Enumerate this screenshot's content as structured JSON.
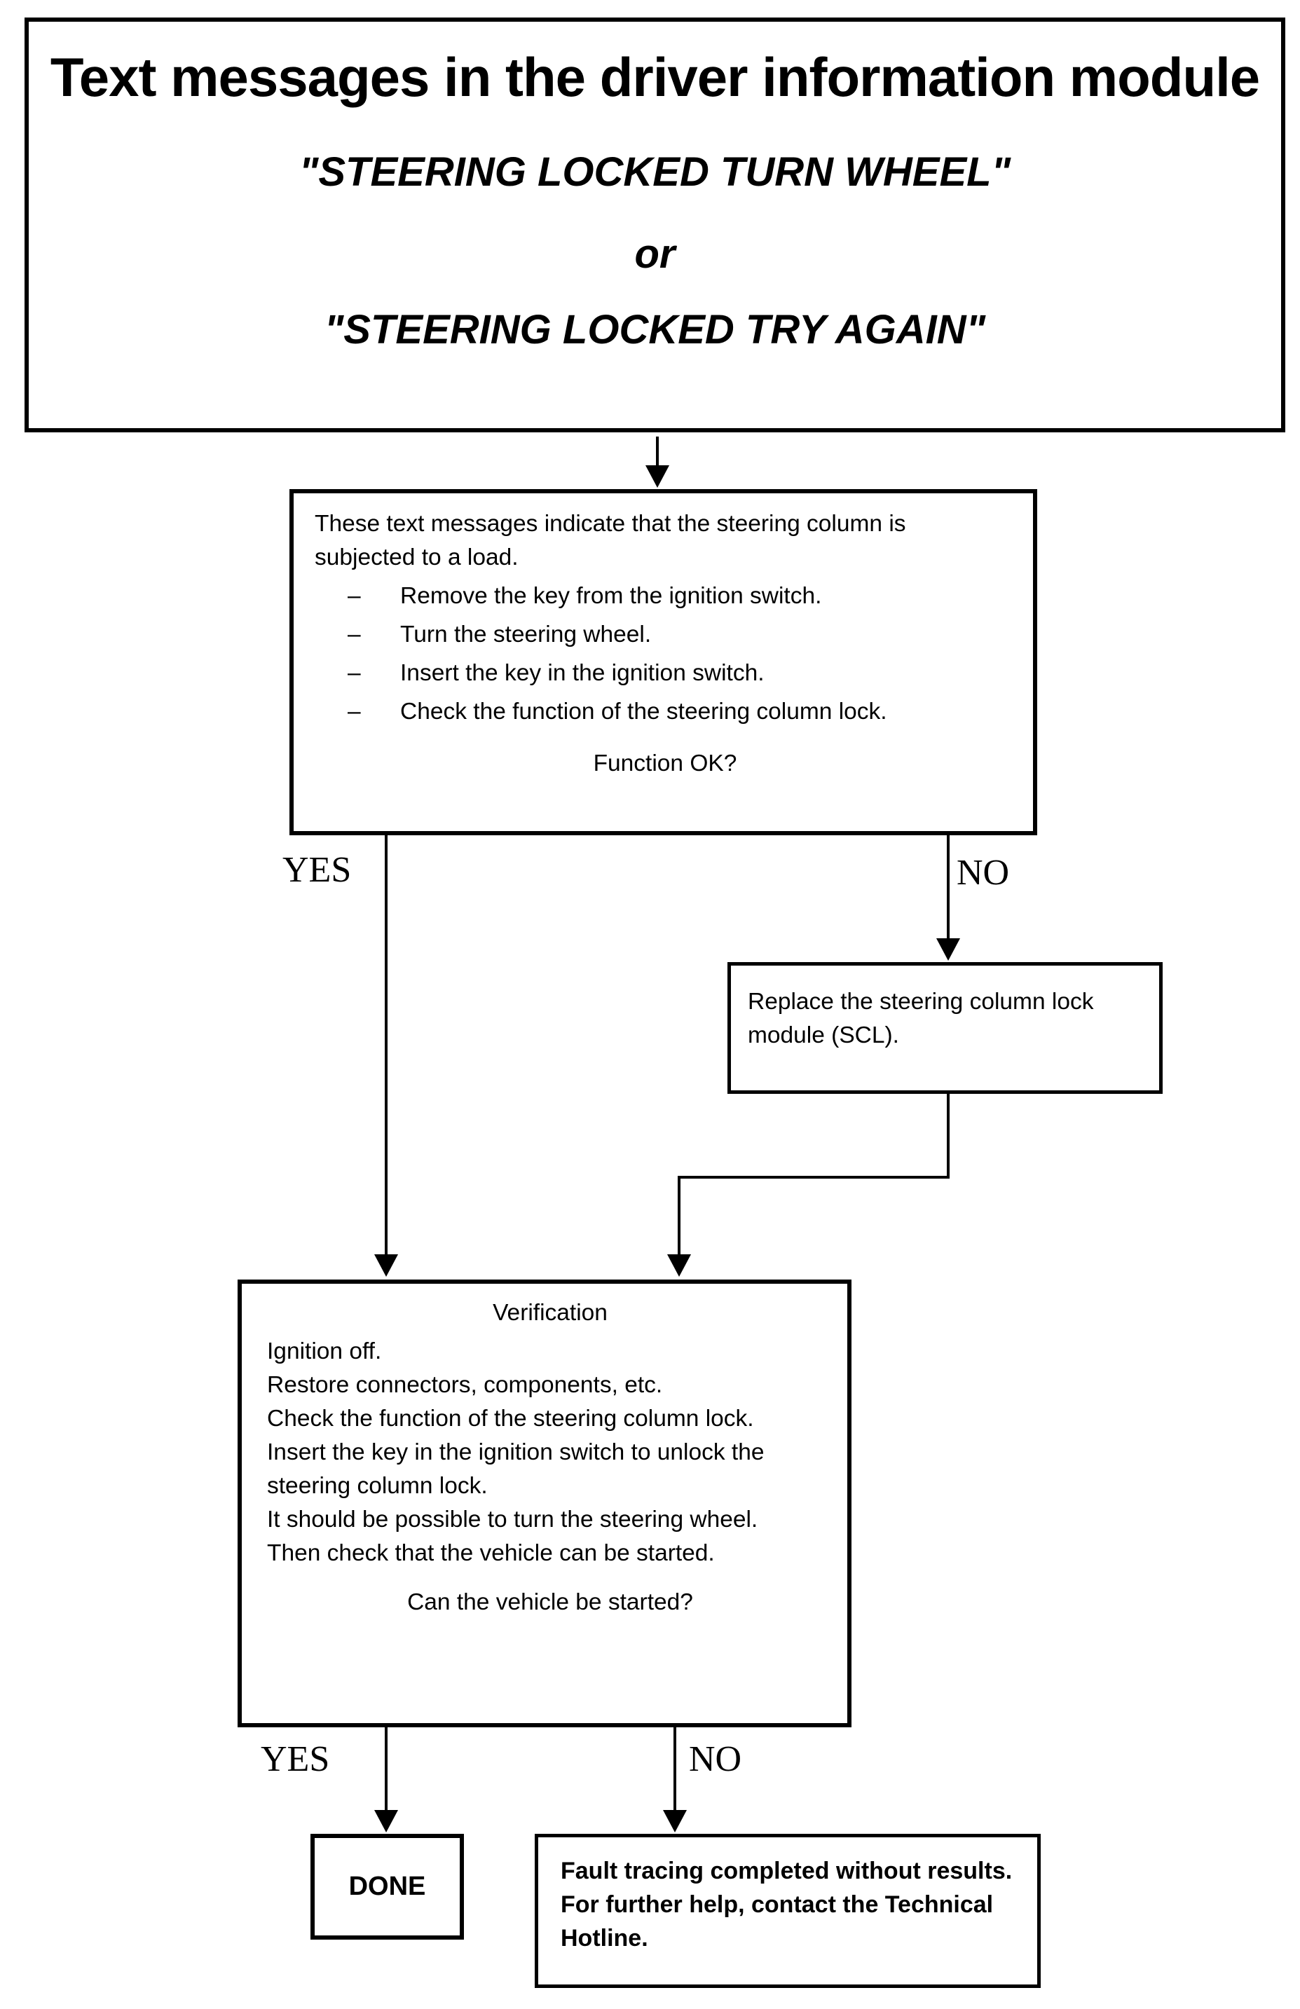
{
  "title_box": {
    "title": "Text messages in the driver information module",
    "message1": "\"STEERING LOCKED TURN WHEEL\"",
    "conjunction": "or",
    "message2": "\"STEERING LOCKED TRY AGAIN\""
  },
  "step1_box": {
    "intro": "These text messages indicate that the steering column is subjected to a load.",
    "bullet_marker": "–",
    "bullets": [
      "Remove the key from the ignition switch.",
      "Turn the steering wheel.",
      "Insert the key in the ignition switch.",
      "Check the function of the steering column lock."
    ],
    "question": "Function OK?"
  },
  "branch1": {
    "yes": "YES",
    "no": "NO"
  },
  "replace_box": {
    "text": "Replace the steering column lock module (SCL)."
  },
  "verification_box": {
    "heading": "Verification",
    "lines": [
      "Ignition off.",
      "Restore connectors, components, etc.",
      "Check the function of the steering column lock.",
      "Insert the key in the ignition switch to unlock the steering column lock.",
      "It should be possible to turn the steering wheel.",
      "Then check that the vehicle can be started."
    ],
    "question": "Can the vehicle be started?"
  },
  "branch2": {
    "yes": "YES",
    "no": "NO"
  },
  "done_box": {
    "label": "DONE"
  },
  "fault_box": {
    "line1": "Fault tracing completed without results.",
    "line2": "For further help, contact the Technical Hotline."
  },
  "colors": {
    "line": "#000000",
    "background": "#ffffff"
  }
}
